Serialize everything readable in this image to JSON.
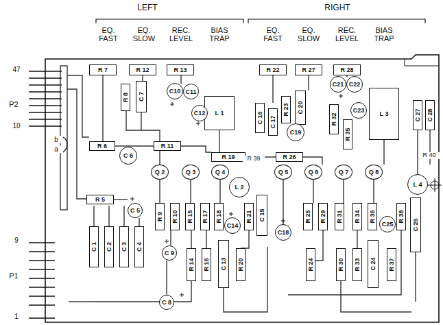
{
  "diagram": {
    "nodes": [
      {
        "text": [
          "R 7"
        ]
      },
      {
        "text": [
          "R 12"
        ]
      },
      {
        "text": [
          "R 13"
        ]
      },
      {
        "text": [
          "R 22"
        ]
      },
      {
        "text": [
          "R 27"
        ]
      },
      {
        "text": [
          "R 28"
        ]
      },
      {
        "text": [
          "C10"
        ]
      },
      {
        "text": [
          "C11"
        ]
      },
      {
        "text": [
          "R 8"
        ]
      },
      {
        "text": [
          "C 7"
        ]
      },
      {
        "text": [
          "L 1"
        ]
      },
      {
        "text": [
          "C12"
        ]
      },
      {
        "text": [
          "C21"
        ]
      },
      {
        "text": [
          "C22"
        ]
      },
      {
        "text": [
          "C 16"
        ]
      },
      {
        "text": [
          "C 17"
        ]
      },
      {
        "text": [
          "R 23"
        ]
      },
      {
        "text": [
          "C 20"
        ]
      },
      {
        "text": [
          "C19"
        ]
      },
      {
        "text": [
          "R 32"
        ]
      },
      {
        "text": [
          "C23"
        ]
      },
      {
        "text": [
          "R 35"
        ]
      },
      {
        "text": [
          "L 3"
        ]
      },
      {
        "text": [
          "C 27"
        ]
      },
      {
        "text": [
          "C 28"
        ]
      },
      {
        "text": [
          "R 6"
        ]
      },
      {
        "text": [
          "C 6"
        ]
      },
      {
        "text": [
          "R 11"
        ]
      },
      {
        "text": [
          "R 19"
        ]
      },
      {
        "text": [
          "R 26"
        ]
      },
      {
        "text": [
          "Q 2"
        ]
      },
      {
        "text": [
          "Q 3"
        ]
      },
      {
        "text": [
          "Q 4"
        ]
      },
      {
        "text": [
          "L 2"
        ]
      },
      {
        "text": [
          "Q 5"
        ]
      },
      {
        "text": [
          "Q 6"
        ]
      },
      {
        "text": [
          "Q 7"
        ]
      },
      {
        "text": [
          "Q 8"
        ]
      },
      {
        "text": [
          "L 4"
        ]
      },
      {
        "text": [
          "R 5"
        ]
      },
      {
        "text": [
          "C 5"
        ]
      },
      {
        "text": [
          "R 9"
        ]
      },
      {
        "text": [
          "R 10"
        ]
      },
      {
        "text": [
          "R 15"
        ]
      },
      {
        "text": [
          "R 17"
        ]
      },
      {
        "text": [
          "R 18"
        ]
      },
      {
        "text": [
          "C14"
        ]
      },
      {
        "text": [
          "R 21"
        ]
      },
      {
        "text": [
          "C 15"
        ]
      },
      {
        "text": [
          "C18"
        ]
      },
      {
        "text": [
          "R 25"
        ]
      },
      {
        "text": [
          "R 29"
        ]
      },
      {
        "text": [
          "R 31"
        ]
      },
      {
        "text": [
          "R 34"
        ]
      },
      {
        "text": [
          "R 36"
        ]
      },
      {
        "text": [
          "C25"
        ]
      },
      {
        "text": [
          "R 38"
        ]
      },
      {
        "text": [
          "C 26"
        ]
      },
      {
        "text": [
          "C 1"
        ]
      },
      {
        "text": [
          "C 2"
        ]
      },
      {
        "text": [
          "C 3"
        ]
      },
      {
        "text": [
          "C 4"
        ]
      },
      {
        "text": [
          "C 9"
        ]
      },
      {
        "text": [
          "R 14"
        ]
      },
      {
        "text": [
          "R 16"
        ]
      },
      {
        "text": [
          "C 13"
        ]
      },
      {
        "text": [
          "R 20"
        ]
      },
      {
        "text": [
          "C 8"
        ]
      },
      {
        "text": [
          "R 24"
        ]
      },
      {
        "text": [
          "R 30"
        ]
      },
      {
        "text": [
          "R 33"
        ]
      },
      {
        "text": [
          "C 24"
        ]
      },
      {
        "text": [
          "R 37"
        ]
      }
    ],
    "labels": [
      "LEFT",
      "RIGHT",
      "EQ. FAST",
      "EQ. SLOW",
      "REC. LEVEL",
      "BIAS TRAP",
      "EQ. FAST",
      "EQ. SLOW",
      "REC. LEVEL",
      "BIAS TRAP",
      "47",
      "P2",
      "10",
      "9",
      "P1",
      "1",
      "a",
      "b",
      "R 39",
      "R 40"
    ]
  }
}
